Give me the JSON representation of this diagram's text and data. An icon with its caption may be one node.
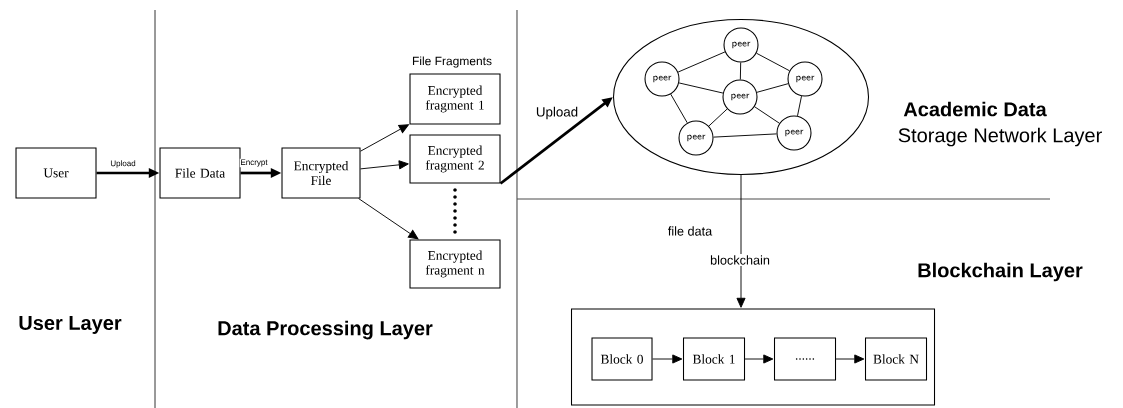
{
  "diagram": {
    "nodes": [
      {
        "text": [
          "User"
        ]
      },
      {
        "text": [
          "File Data"
        ]
      },
      {
        "text": [
          "Encrypted File"
        ]
      },
      {
        "text": [
          "Encrypted fragment 1"
        ]
      },
      {
        "text": [
          "Encrypted fragment 2"
        ]
      },
      {
        "text": [
          "Encrypted fragment n"
        ]
      },
      {
        "text": [],
        "shape": "ellipse"
      },
      {
        "text": [
          "peer"
        ],
        "in": 6
      },
      {
        "text": [
          "peer"
        ],
        "in": 6
      },
      {
        "text": [
          "peer"
        ],
        "in": 6
      },
      {
        "text": [
          "peer"
        ],
        "in": 6
      },
      {
        "text": [
          "peer"
        ],
        "in": 6
      },
      {
        "text": [
          "peer"
        ],
        "in": 6
      },
      {
        "text": [],
        "shape": "box"
      },
      {
        "text": [
          "Block 0"
        ],
        "in": 13
      },
      {
        "text": [
          "Block 1"
        ],
        "in": 13
      },
      {
        "text": [
          "......"
        ],
        "in": 13
      },
      {
        "text": [
          "Block N"
        ],
        "in": 13
      }
    ],
    "edges": [
      {
        "from": 0,
        "to": 1,
        "arrow": "to",
        "label": "Upload",
        "style": "thick"
      },
      {
        "from": 1,
        "to": 2,
        "arrow": "to",
        "label": "Encrypt",
        "style": "thick"
      },
      {
        "from": 2,
        "to": 3,
        "arrow": "to"
      },
      {
        "from": 2,
        "to": 4,
        "arrow": "to"
      },
      {
        "from": 2,
        "to": 5,
        "arrow": "to"
      },
      {
        "from": 4,
        "to": 6,
        "arrow": "to",
        "label": "Upload",
        "style": "thick"
      },
      {
        "from": 7,
        "to": 8,
        "arrow": "none"
      },
      {
        "from": 7,
        "to": 10,
        "arrow": "none"
      },
      {
        "from": 7,
        "to": 9,
        "arrow": "none"
      },
      {
        "from": 8,
        "to": 9,
        "arrow": "none"
      },
      {
        "from": 9,
        "to": 10,
        "arrow": "none"
      },
      {
        "from": 8,
        "to": 11,
        "arrow": "none"
      },
      {
        "from": 9,
        "to": 11,
        "arrow": "none"
      },
      {
        "from": 9,
        "to": 12,
        "arrow": "none"
      },
      {
        "from": 10,
        "to": 12,
        "arrow": "none"
      },
      {
        "from": 11,
        "to": 12,
        "arrow": "none"
      },
      {
        "from": 6,
        "to": 13,
        "arrow": "to",
        "label": "file data"
      },
      {
        "from": 14,
        "to": 15,
        "arrow": "to"
      },
      {
        "from": 15,
        "to": 16,
        "arrow": "to"
      },
      {
        "from": 16,
        "to": 17,
        "arrow": "to"
      }
    ],
    "labels": [
      "File Fragments",
      "blockchain",
      "Academic Data",
      "Storage Network Layer",
      "Blockchain Layer",
      "User Layer",
      "Data Processing Layer"
    ]
  }
}
